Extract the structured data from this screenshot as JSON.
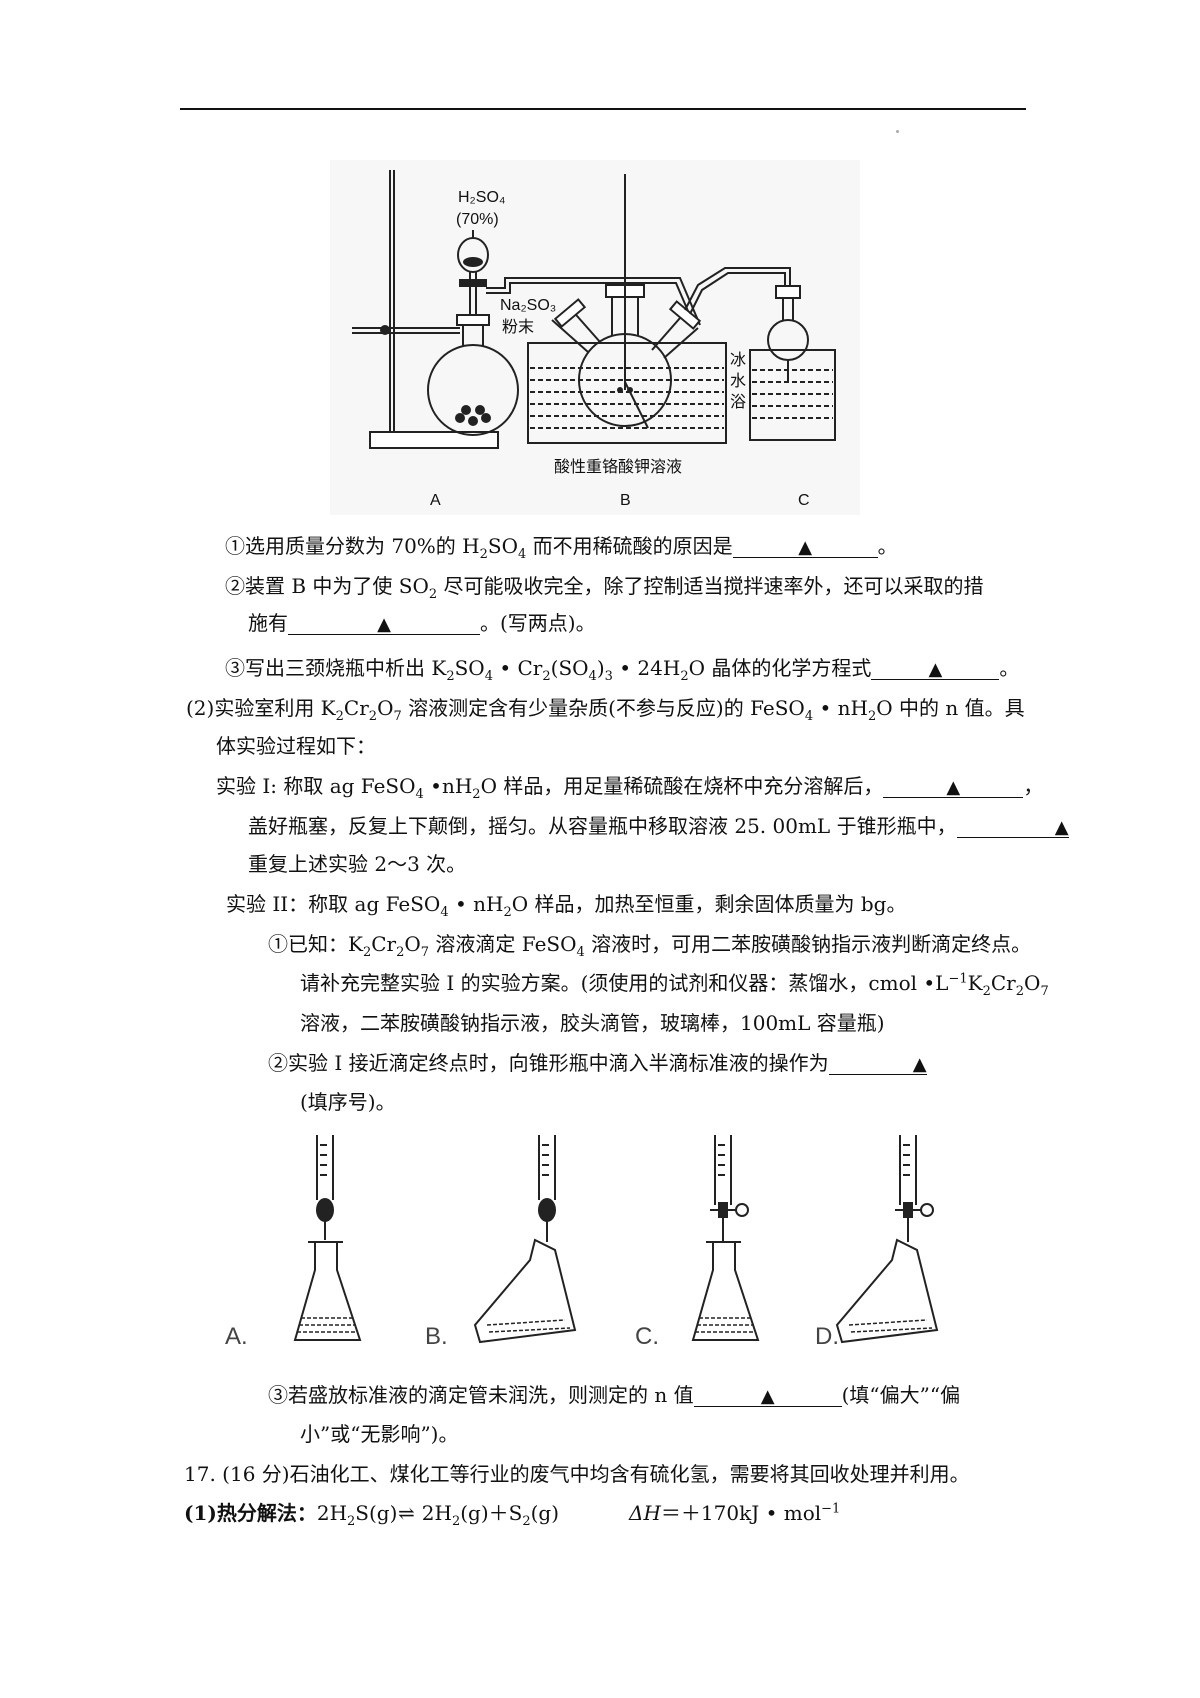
{
  "fig1": {
    "h2so4": "H₂SO₄",
    "h2so4_conc": "(70%)",
    "na2so3": "Na₂SO₃",
    "powder": "粉末",
    "ice1": "冰",
    "ice2": "水",
    "ice3": "浴",
    "solution": "酸性重铬酸钾溶液",
    "label_a": "A",
    "label_b": "B",
    "label_c": "C"
  },
  "fig2": {
    "label_a": "A.",
    "label_b": "B.",
    "label_c": "C.",
    "label_d": "D."
  },
  "blank_mark": "▲",
  "q1": {
    "pre": "①选用质量分数为 70%的 H",
    "sub1": "2",
    "mid": "SO",
    "sub2": "4",
    "post": " 而不用稀硫酸的原因是",
    "end": "。"
  },
  "q2a": {
    "pre": "②装置 B 中为了使 SO",
    "sub1": "2",
    "post": " 尽可能吸收完全，除了控制适当搅拌速率外，还可以采取的措"
  },
  "q2b": {
    "pre": "施有",
    "post": "。(写两点)。"
  },
  "q3": {
    "pre": "③写出三颈烧瓶中析出 K",
    "s1": "2",
    "t1": "SO",
    "s2": "4",
    "t2": " • Cr",
    "s3": "2",
    "t3": "(SO",
    "s4": "4",
    "t4": ")",
    "s5": "3",
    "t5": " • 24H",
    "s6": "2",
    "t6": "O 晶体的化学方程式",
    "end": "。"
  },
  "p2a": {
    "pre": "(2)实验室利用 K",
    "s1": "2",
    "t1": "Cr",
    "s2": "2",
    "t2": "O",
    "s3": "7",
    "t3": " 溶液测定含有少量杂质(不参与反应)的 FeSO",
    "s4": "4",
    "t4": " • nH",
    "s5": "2",
    "t5": "O 中的 n 值。具"
  },
  "p2b": "体实验过程如下：",
  "e1a": {
    "pre": "实验 I: 称取 ag FeSO",
    "s1": "4",
    "t1": " •nH",
    "s2": "2",
    "t2": "O 样品，用足量稀硫酸在烧杯中充分溶解后，",
    "end": "，"
  },
  "e1b": {
    "pre": "盖好瓶塞，反复上下颠倒，摇匀。从容量瓶中移取溶液 25. 00mL 于锥形瓶中，"
  },
  "e1c": "重复上述实验 2～3 次。",
  "e2": {
    "pre": "实验 II：称取 ag FeSO",
    "s1": "4",
    "t1": " • nH",
    "s2": "2",
    "t2": "O 样品，加热至恒重，剩余固体质量为 bg。"
  },
  "k1": {
    "pre": "①已知：K",
    "s1": "2",
    "t1": "Cr",
    "s2": "2",
    "t2": "O",
    "s3": "7",
    "t3": " 溶液滴定 FeSO",
    "s4": "4",
    "t4": " 溶液时，可用二苯胺磺酸钠指示液判断滴定终点。"
  },
  "k2": {
    "pre": "请补充完整实验 I 的实验方案。(须使用的试剂和仪器：蒸馏水，cmol •L",
    "sup": "−1",
    "t1": "K",
    "s1": "2",
    "t2": "Cr",
    "s2": "2",
    "t3": "O",
    "s3": "7"
  },
  "k3": "溶液，二苯胺磺酸钠指示液，胶头滴管，玻璃棒，100mL 容量瓶)",
  "m1": {
    "pre": "②实验 I 接近滴定终点时，向锥形瓶中滴入半滴标准液的操作为"
  },
  "m2": "(填序号)。",
  "n1": {
    "pre": "③若盛放标准液的滴定管未润洗，则测定的 n 值",
    "post": "(填“偏大”“偏"
  },
  "n2": "小”或“无影响”)。",
  "q17": "17. (16 分)石油化工、煤化工等行业的废气中均含有硫化氢，需要将其回收处理并利用。",
  "r1": {
    "label": "(1)热分解法：",
    "t0": "2H",
    "s1": "2",
    "t1": "S(g)",
    "box": "⇌",
    "t2": "  2H",
    "s2": "2",
    "t3": "(g)＋S",
    "s3": "2",
    "t4": "(g)",
    "dh": "ΔH",
    "t5": "＝＋170kJ • mol",
    "sup": "−1"
  }
}
